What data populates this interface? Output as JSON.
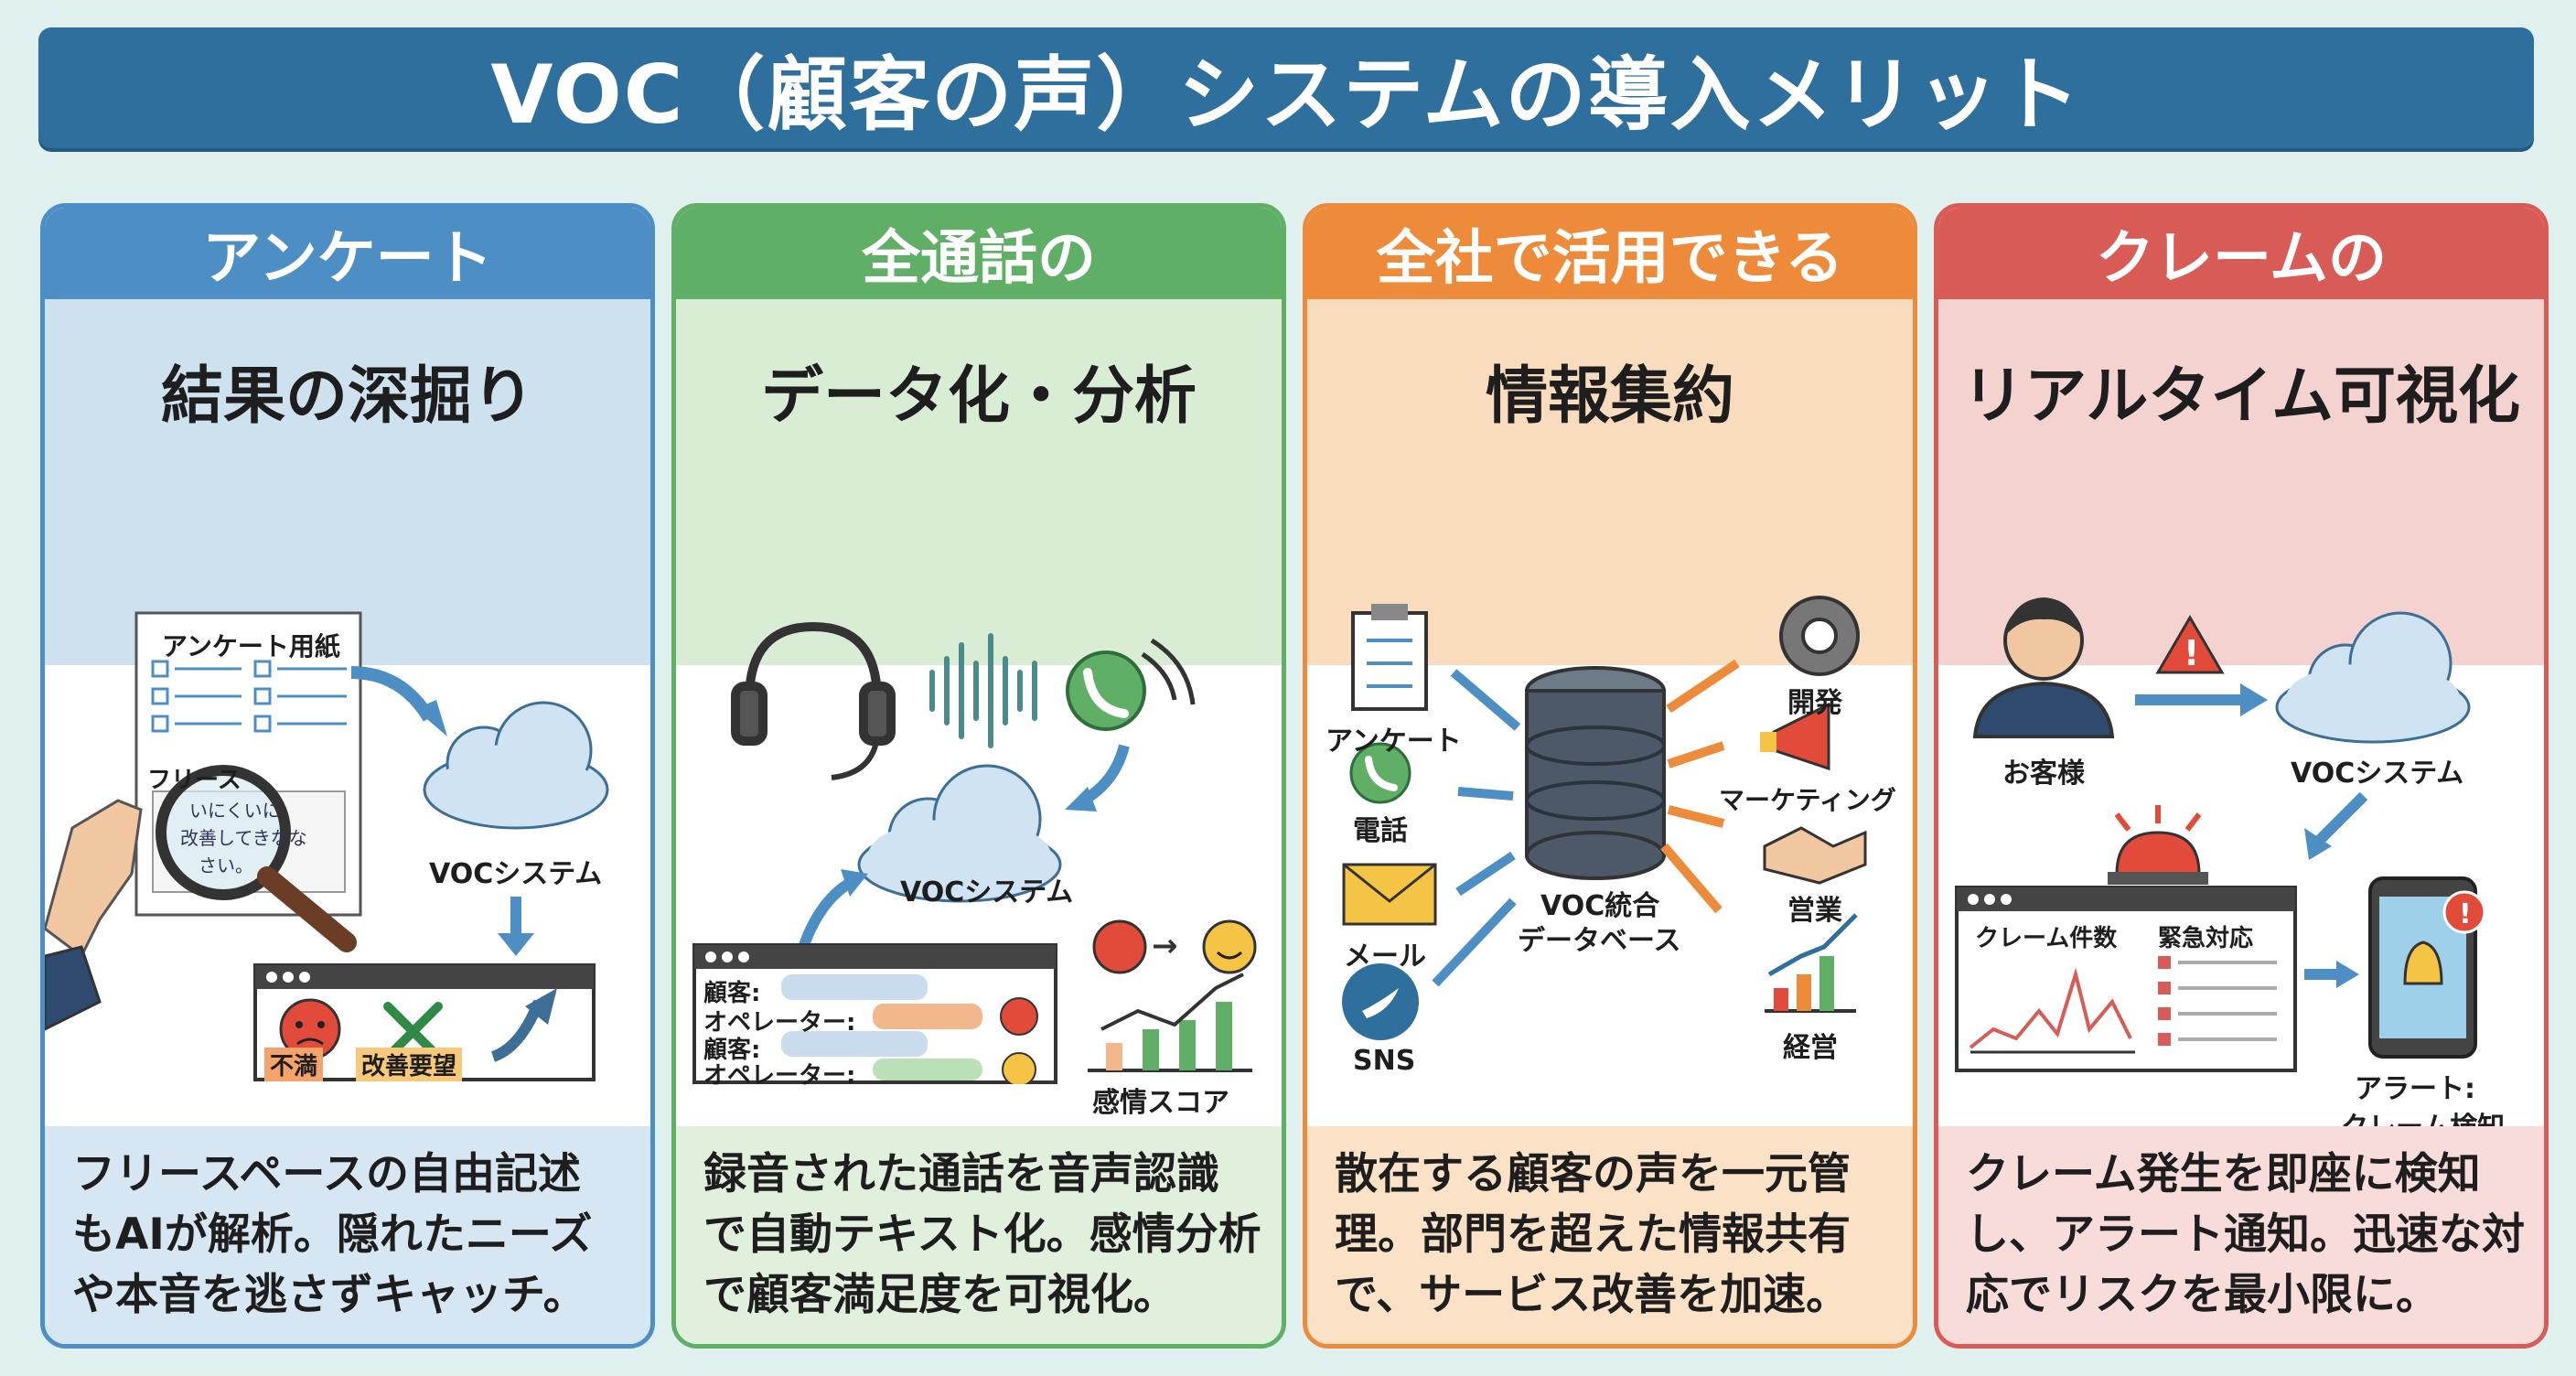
{
  "title": "VOC（顧客の声）システムの導入メリット",
  "panels": [
    {
      "header": "アンケート",
      "subtitle": "結果の深掘り",
      "labels": {
        "survey_sheet": "アンケート用紙",
        "free_space": "フリース",
        "handwriting": [
          "いにくいに",
          "改善してきなな",
          "さい。"
        ],
        "voc_system": "VOCシステム",
        "tag_dissatisfied": "不満",
        "tag_improvement": "改善要望"
      },
      "description": [
        "フリースペースの自由記述",
        "もAIが解析。隠れたニーズ",
        "や本音を逃さずキャッチ。"
      ],
      "colors": {
        "header": "#4d8fc4",
        "band": "#cde1ef",
        "desc": "#d6e7f3"
      }
    },
    {
      "header": "全通話の",
      "subtitle": "データ化・分析",
      "labels": {
        "voc_system": "VOCシステム",
        "customer_1": "顧客:",
        "operator_1": "オペレーター:",
        "customer_2": "顧客:",
        "operator_2": "オペレーター:",
        "emotion_score": "感情スコア"
      },
      "description": [
        "録音された通話を音声認識",
        "で自動テキスト化。感情分析",
        "で顧客満足度を可視化。"
      ],
      "colors": {
        "header": "#5faf66",
        "band": "#d8edd4",
        "desc": "#e0f0dc"
      }
    },
    {
      "header": "全社で活用できる",
      "subtitle": "情報集約",
      "labels": {
        "survey": "アンケート",
        "phone": "電話",
        "mail": "メール",
        "sns": "SNS",
        "database": [
          "VOC統合",
          "データベース"
        ],
        "development": "開発",
        "marketing": "マーケティング",
        "sales": "営業",
        "management": "経営"
      },
      "description": [
        "散在する顧客の声を一元管",
        "理。部門を超えた情報共有",
        "で、サービス改善を加速。"
      ],
      "colors": {
        "header": "#ee8b3a",
        "band": "#f8dcbd",
        "desc": "#fbe2c6"
      }
    },
    {
      "header": "クレームの",
      "subtitle": "リアルタイム可視化",
      "labels": {
        "customer": "お客様",
        "voc_system": "VOCシステム",
        "complaint_count": "クレーム件数",
        "urgent_response": "緊急対応",
        "alert": [
          "アラート:",
          "クレーム検知"
        ]
      },
      "description": [
        "クレーム発生を即座に検知",
        "し、アラート通知。迅速な対",
        "応でリスクを最小限に。"
      ],
      "colors": {
        "header": "#d95b56",
        "band": "#f4d2cf",
        "desc": "#f7dcda"
      }
    }
  ]
}
